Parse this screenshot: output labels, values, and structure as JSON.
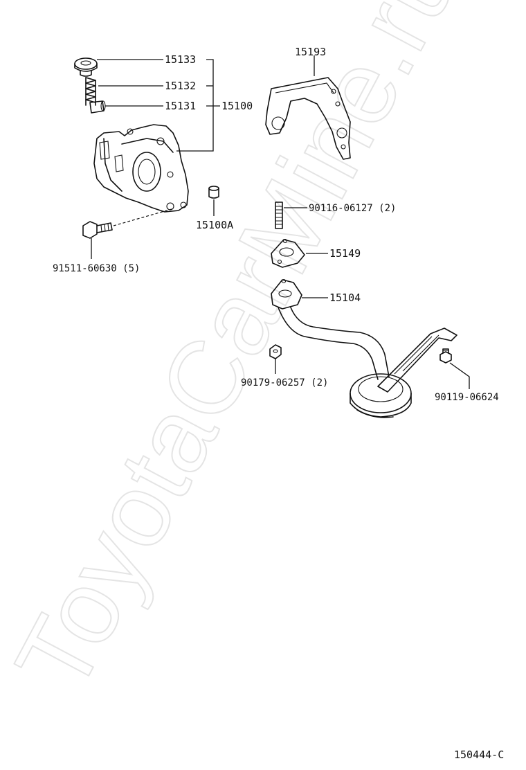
{
  "watermark": "ToyotaCarMine.ru",
  "diagram_code": "150444-C",
  "labels": {
    "p15133": "15133",
    "p15132": "15132",
    "p15131": "15131",
    "p15100": "15100",
    "p15193": "15193",
    "p15100A": "15100A",
    "p91511": "91511-60630 (5)",
    "p90116": "90116-06127 (2)",
    "p15149": "15149",
    "p15104": "15104",
    "p90179": "90179-06257 (2)",
    "p90119": "90119-06624"
  },
  "icons": {
    "relief-valve-plug": "plug-icon",
    "relief-valve-spring": "spring-icon",
    "relief-valve-piston": "piston-icon",
    "oil-pump": "oil-pump-icon",
    "gasket": "gasket-icon",
    "dowel-pin": "pin-icon",
    "bolt": "bolt-icon",
    "stud": "stud-icon",
    "strainer-gasket": "gasket-icon",
    "oil-strainer": "strainer-icon",
    "nut": "nut-icon"
  }
}
